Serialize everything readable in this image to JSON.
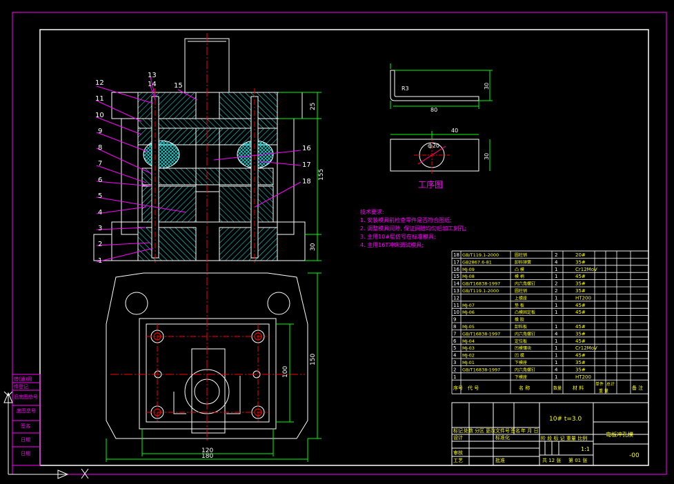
{
  "colors": {
    "background": "#000000",
    "frame": "#ff00ff",
    "outline": "#ffffff",
    "hatch": "#00ffff",
    "dimension": "#00ff00",
    "center": "#ff0000",
    "table_text": "#ffff00",
    "leader": "#ff00ff"
  },
  "callouts": [
    "13",
    "14",
    "15",
    "12",
    "11",
    "10",
    "9",
    "8",
    "7",
    "6",
    "5",
    "4",
    "3",
    "2",
    "1",
    "16",
    "17",
    "18"
  ],
  "dims_left": {
    "d25": "25",
    "d155": "155",
    "d30": "30"
  },
  "dims_bottom": {
    "d150": "150",
    "d100": "100",
    "d120": "120",
    "d180": "180"
  },
  "part_dims": {
    "r": "R3",
    "w80": "80",
    "h30a": "30",
    "w40": "40",
    "dia": "ф20",
    "h30b": "30"
  },
  "process_title": "工序图",
  "tech_req": {
    "title": "技术要求:",
    "lines": [
      "1. 安装模具前检查零件是否符合图纸;",
      "2. 调整模具间隙, 保证间隙均匀后加工刻孔;",
      "3. 主用10#层仿号在标准模具;",
      "4. 主用16T冲床调试模具;"
    ]
  },
  "bom": [
    {
      "no": "18",
      "code": "GB/T119.1-2000",
      "name": "圆柱销",
      "qty": "2",
      "mat": "20#"
    },
    {
      "no": "17",
      "code": "GB2867.6-81",
      "name": "卸料弹簧",
      "qty": "4",
      "mat": "35#"
    },
    {
      "no": "16",
      "code": "MJ-09",
      "name": "凸 模",
      "qty": "1",
      "mat": "Cr12MoV"
    },
    {
      "no": "15",
      "code": "MJ-08",
      "name": "模 柄",
      "qty": "1",
      "mat": "45#"
    },
    {
      "no": "14",
      "code": "GB/T16838-1997",
      "name": "内六角螺钉",
      "qty": "2",
      "mat": "35#"
    },
    {
      "no": "13",
      "code": "GB/T119.1-2000",
      "name": "圆柱销",
      "qty": "2",
      "mat": "35#"
    },
    {
      "no": "12",
      "code": "",
      "name": "上模座",
      "qty": "1",
      "mat": "HT200"
    },
    {
      "no": "11",
      "code": "MJ-07",
      "name": "垫 板",
      "qty": "1",
      "mat": "45#"
    },
    {
      "no": "10",
      "code": "MJ-06",
      "name": "凸模固定板",
      "qty": "1",
      "mat": "45#"
    },
    {
      "no": "9",
      "code": "",
      "name": "橡 胶",
      "qty": "",
      "mat": ""
    },
    {
      "no": "8",
      "code": "MJ-05",
      "name": "卸料板",
      "qty": "1",
      "mat": "45#"
    },
    {
      "no": "7",
      "code": "GB/T16838-1997",
      "name": "内六角螺钉",
      "qty": "4",
      "mat": "35#"
    },
    {
      "no": "6",
      "code": "MJ-04",
      "name": "定位板",
      "qty": "1",
      "mat": "45#"
    },
    {
      "no": "5",
      "code": "MJ-03",
      "name": "凹模镶块",
      "qty": "1",
      "mat": "Cr12MoV"
    },
    {
      "no": "4",
      "code": "MJ-02",
      "name": "凹 模",
      "qty": "1",
      "mat": "45#"
    },
    {
      "no": "3",
      "code": "MJ-01",
      "name": "下模座",
      "qty": "1",
      "mat": "35#"
    },
    {
      "no": "2",
      "code": "GB/T16838-1997",
      "name": "内六角螺钉",
      "qty": "4",
      "mat": "35#"
    },
    {
      "no": "1",
      "code": "",
      "name": "下模座",
      "qty": "1",
      "mat": "HT200"
    }
  ],
  "bom_header": {
    "no": "序号",
    "code": "代 号",
    "name": "名 称",
    "qty": "数量",
    "mat": "材 料",
    "single": "单件",
    "total": "总计",
    "weight": "重 量",
    "note": "备 注"
  },
  "title_block": {
    "material": "10# t=3.0",
    "drawing_name": "弯板冲孔模",
    "scale": "1:1",
    "code": "-00",
    "sheets": "共 12 张",
    "sheet_no": "第 01 张",
    "row_labels": [
      "标记",
      "处数",
      "分区",
      "更改文件号",
      "签名",
      "年 月 日"
    ],
    "design": "设计",
    "standard": "标准化",
    "review": "审核",
    "craft": "工艺",
    "approve": "批准",
    "stage_labels": "阶 段 标 记  重量  比例"
  },
  "side_labels": [
    "借(通)用",
    "件登记",
    "旧底图总号",
    "底图总号",
    "签名",
    "日期",
    "日期"
  ]
}
